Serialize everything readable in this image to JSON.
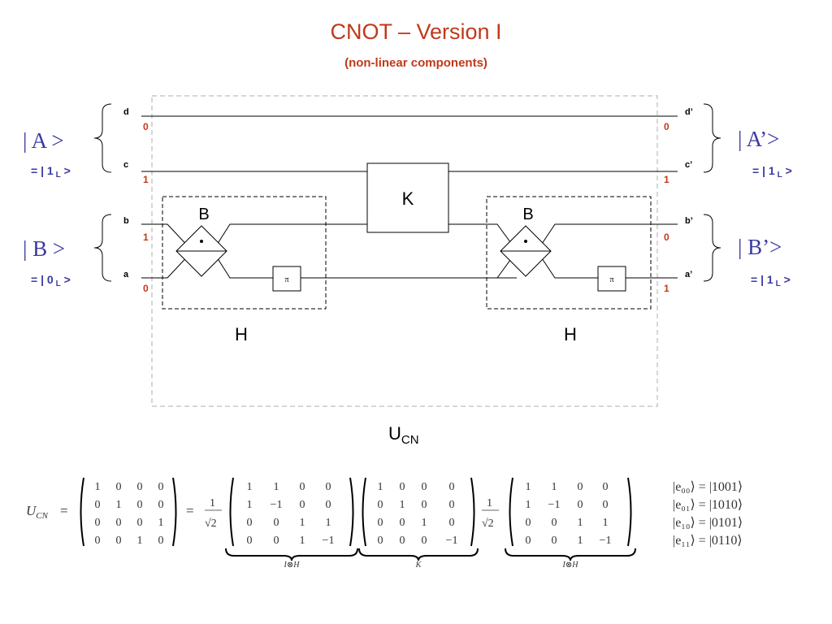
{
  "title": "CNOT – Version I",
  "subtitle": "(non-linear components)",
  "states": {
    "A_in": {
      "label": "| A >",
      "value_prefix": "= | 1",
      "value_sub": "L",
      "value_suffix": " >"
    },
    "B_in": {
      "label": "| B >",
      "value_prefix": "= | 0",
      "value_sub": "L",
      "value_suffix": " >"
    },
    "A_out": {
      "label": "| A’>",
      "value_prefix": "= | 1",
      "value_sub": "L",
      "value_suffix": " >"
    },
    "B_out": {
      "label": "| B’>",
      "value_prefix": "= | 1",
      "value_sub": "L",
      "value_suffix": " >"
    }
  },
  "wires": [
    {
      "in_label": "d",
      "in_bit": "0",
      "out_label": "d’",
      "out_bit": "0"
    },
    {
      "in_label": "c",
      "in_bit": "1",
      "out_label": "c’",
      "out_bit": "1"
    },
    {
      "in_label": "b",
      "in_bit": "1",
      "out_label": "b’",
      "out_bit": "0"
    },
    {
      "in_label": "a",
      "in_bit": "0",
      "out_label": "a’",
      "out_bit": "1"
    }
  ],
  "components": {
    "K": "K",
    "B_left": "B",
    "B_right": "B",
    "pi_left": "π",
    "pi_right": "π",
    "H_left": "H",
    "H_right": "H",
    "U_main": "U",
    "U_sub": "CN"
  },
  "equation": {
    "lhs_main": "U",
    "lhs_sub": "CN",
    "equals": "=",
    "matrix_U": [
      [
        "1",
        "0",
        "0",
        "0"
      ],
      [
        "0",
        "1",
        "0",
        "0"
      ],
      [
        "0",
        "0",
        "0",
        "1"
      ],
      [
        "0",
        "0",
        "1",
        "0"
      ]
    ],
    "factor_num": "1",
    "factor_den": "√2",
    "matrix_IH": [
      [
        "1",
        "1",
        "0",
        "0"
      ],
      [
        "1",
        "−1",
        "0",
        "0"
      ],
      [
        "0",
        "0",
        "1",
        "1"
      ],
      [
        "0",
        "0",
        "1",
        "−1"
      ]
    ],
    "matrix_K": [
      [
        "1",
        "0",
        "0",
        "0"
      ],
      [
        "0",
        "1",
        "0",
        "0"
      ],
      [
        "0",
        "0",
        "1",
        "0"
      ],
      [
        "0",
        "0",
        "0",
        "−1"
      ]
    ],
    "brace_IH": "I⊗H",
    "brace_K": "K",
    "basis": [
      "|e₀₀⟩ = |1001⟩",
      "|e₀₁⟩ = |1010⟩",
      "|e₁₀⟩ = |0101⟩",
      "|e₁₁⟩ = |0110⟩"
    ]
  }
}
